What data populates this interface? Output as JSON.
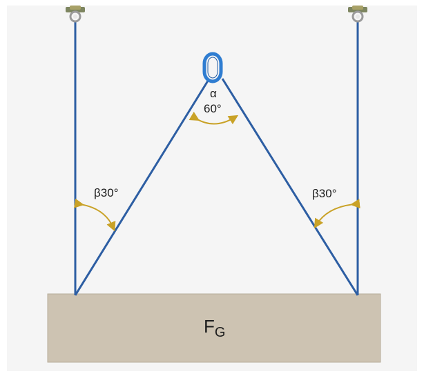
{
  "diagram": {
    "load": {
      "label_main": "F",
      "label_sub": "G",
      "fill": "#cdc3b2",
      "stroke": "#b7ad9b"
    },
    "apex_angle": {
      "symbol": "α",
      "value": "60°"
    },
    "left_angle": {
      "label": "β30°"
    },
    "right_angle": {
      "label": "β30°"
    },
    "colors": {
      "rope": "#2d5ea3",
      "ring": "#2f7dd1",
      "arrow": "#c9a227",
      "panel": "#f5f5f5"
    },
    "icons": [
      "shackle-icon",
      "master-link-icon",
      "angle-arrow-icon"
    ]
  }
}
